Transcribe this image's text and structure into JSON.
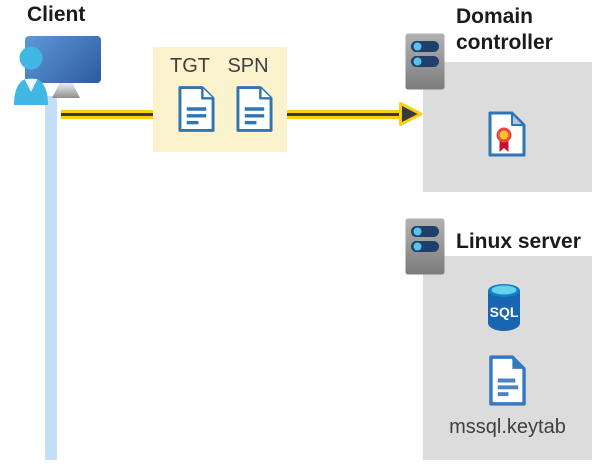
{
  "diagram": {
    "client": {
      "label": "Client"
    },
    "ticket_box": {
      "tgt": "TGT",
      "spn": "SPN"
    },
    "domain_controller": {
      "label": "Domain controller"
    },
    "linux_server": {
      "label": "Linux server",
      "sql_label": "SQL",
      "keytab_label": "mssql.keytab"
    }
  },
  "colors": {
    "arrow_yellow": "#f9ce13",
    "arrow_core_dark": "#3a3a3a",
    "ticket_box_bg": "#fbf3ce",
    "panel_gray": "#dcdcdc",
    "client_line_blue": "#c5dff8",
    "monitor_blue": "#3f74b9",
    "person_cyan": "#41b8e4",
    "document_blue": "#2e75b6",
    "server_bar_navy": "#203f6b",
    "server_dot_cyan": "#56c5e8",
    "sql_body_blue": "#1866b2",
    "sql_top_cyan": "#63d2ec",
    "cert_ribbon_red": "#d8392c",
    "cert_seal_gold": "#ffc425"
  }
}
